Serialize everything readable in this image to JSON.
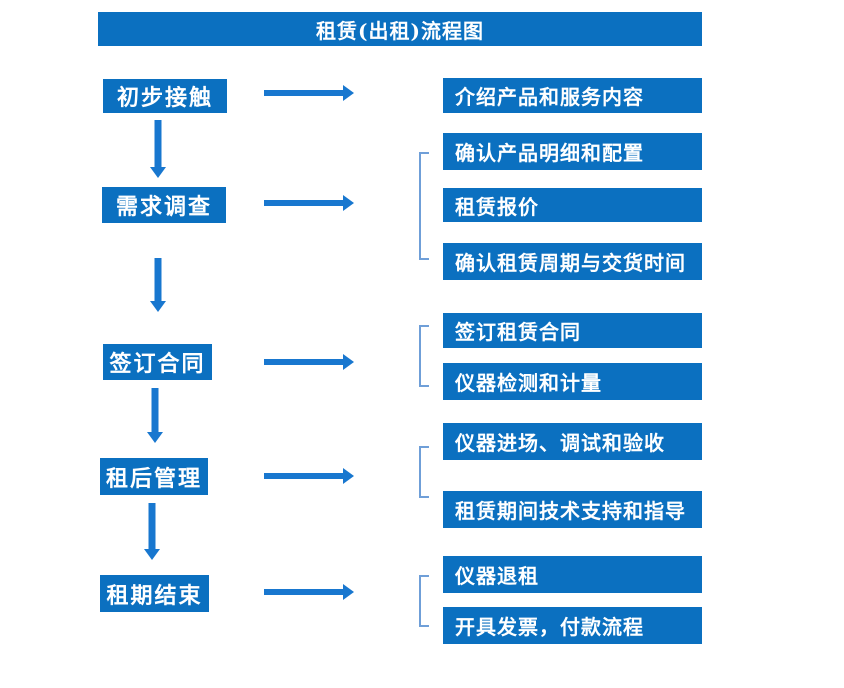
{
  "title": "租赁(出租)流程图",
  "colors": {
    "box_blue": "#0b70c0",
    "arrow_blue": "#1877cf",
    "bracket_blue": "#6f9fd8",
    "text_white": "#ffffff",
    "background": "#ffffff"
  },
  "icons": {
    "arrow_down": "arrow-down-icon",
    "arrow_right": "arrow-right-icon"
  },
  "steps": [
    {
      "label": "初步接触",
      "outputs": [
        "介绍产品和服务内容"
      ]
    },
    {
      "label": "需求调查",
      "outputs": [
        "确认产品明细和配置",
        "租赁报价",
        "确认租赁周期与交货时间"
      ]
    },
    {
      "label": "签订合同",
      "outputs": [
        "签订租赁合同",
        "仪器检测和计量"
      ]
    },
    {
      "label": "租后管理",
      "outputs": [
        "仪器进场、调试和验收",
        "租赁期间技术支持和指导"
      ]
    },
    {
      "label": "租期结束",
      "outputs": [
        "仪器退租",
        "开具发票，付款流程"
      ]
    }
  ]
}
